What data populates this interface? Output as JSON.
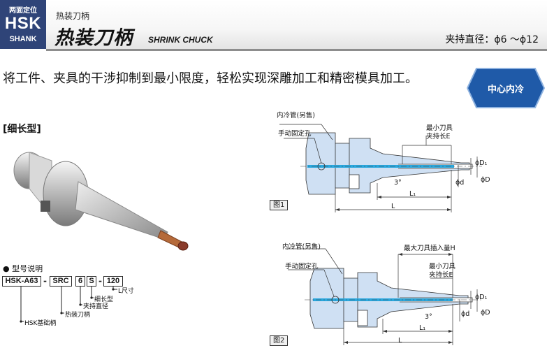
{
  "header": {
    "badge_top": "两面定位",
    "badge_main": "HSK",
    "badge_sub": "SHANK",
    "category_small": "热装刀柄",
    "title_cn": "热装刀柄",
    "title_en": "SHRINK CHUCK",
    "clamp_range": "夹持直径：ϕ6 ～ϕ12"
  },
  "intro": {
    "text": "将工件、夹具的干涉抑制到最小限度，轻松实现深雕加工和精密模具加工。",
    "coolant_badge": "中心内冷"
  },
  "section": {
    "subtitle": "[细长型]"
  },
  "model": {
    "title": "型号说明",
    "codes": [
      "HSK-A63",
      "SRC",
      "6",
      "S",
      "120"
    ],
    "legend": {
      "L": "L尺寸",
      "type": "细长型",
      "clamp": "夹持直径",
      "chuck": "热装刀柄",
      "shank": "HSK基础柄"
    }
  },
  "figure1": {
    "label": "图1",
    "coolant_pipe": "内冷管(另售)",
    "manual_hole": "手动固定孔",
    "min_tool_1": "最小刀具",
    "min_tool_2": "夹持长E",
    "L1": "L₁",
    "L": "L",
    "angle": "3°",
    "phiD1": "ϕD₁",
    "phiD": "ϕD",
    "phid": "ϕd"
  },
  "figure2": {
    "label": "图2",
    "coolant_pipe": "内冷管(另售)",
    "max_insert": "最大刀具插入量H",
    "manual_hole": "手动固定孔",
    "min_tool_1": "最小刀具",
    "min_tool_2": "夹持长E",
    "L1": "L₁",
    "L": "L",
    "angle": "3°",
    "phiD1": "ϕD₁",
    "phiD": "ϕD",
    "phid": "ϕd"
  },
  "colors": {
    "badge_bg": "#2f4478",
    "coolant_bg": "#1f5aa8",
    "coolant_channel": "#2aa8de",
    "body_fill": "#cfe0f3"
  }
}
